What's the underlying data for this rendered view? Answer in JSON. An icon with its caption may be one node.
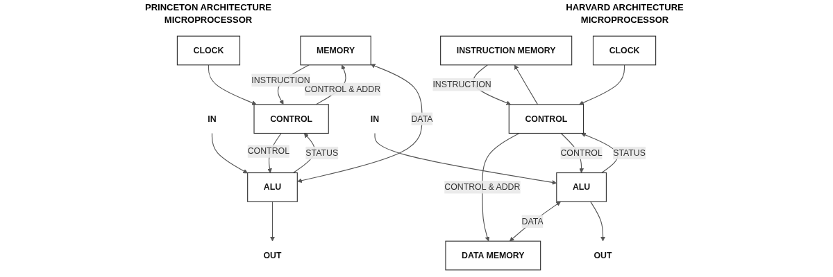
{
  "diagram": {
    "nodes": [
      {
        "text": [
          "MEMORY"
        ]
      },
      {
        "text": [
          "IN"
        ]
      },
      {
        "text": [
          "OUT"
        ]
      },
      {
        "text": [
          "ALU"
        ]
      },
      {
        "text": [
          "CONTROL"
        ]
      },
      {
        "text": [
          "CLOCK"
        ]
      },
      {
        "text": [
          "DATA MEMORY"
        ]
      },
      {
        "text": [
          "INSTRUCTION MEMORY"
        ]
      },
      {
        "text": [
          "IN"
        ]
      },
      {
        "text": [
          "OUT"
        ]
      },
      {
        "text": [
          "ALU"
        ]
      },
      {
        "text": [
          "CONTROL"
        ]
      },
      {
        "text": [
          "CLOCK"
        ]
      }
    ],
    "edges": [
      {
        "from": 3,
        "to": 0,
        "arrow": "both",
        "label": "DATA"
      },
      {
        "from": 4,
        "to": 0,
        "arrow": "to",
        "label": "CONTROL & ADDR"
      },
      {
        "from": 0,
        "to": 4,
        "arrow": "to",
        "label": "INSTRUCTION"
      },
      {
        "from": 1,
        "to": 3,
        "arrow": "to"
      },
      {
        "from": 3,
        "to": 2,
        "arrow": "to"
      },
      {
        "from": 4,
        "to": 3,
        "arrow": "to",
        "label": "CONTROL"
      },
      {
        "from": 3,
        "to": 4,
        "arrow": "to",
        "label": "STATUS"
      },
      {
        "from": 5,
        "to": 4,
        "arrow": "to"
      },
      {
        "from": 10,
        "to": 6,
        "arrow": "both",
        "label": "DATA"
      },
      {
        "from": 11,
        "to": 6,
        "arrow": "to",
        "label": "CONTROL & ADDR"
      },
      {
        "from": 11,
        "to": 7,
        "arrow": "to"
      },
      {
        "from": 7,
        "to": 11,
        "arrow": "to",
        "label": "INSTRUCTION"
      },
      {
        "from": 8,
        "to": 10,
        "arrow": "to"
      },
      {
        "from": 10,
        "to": 9,
        "arrow": "to"
      },
      {
        "from": 11,
        "to": 10,
        "arrow": "to",
        "label": "CONTROL"
      },
      {
        "from": 10,
        "to": 11,
        "arrow": "to",
        "label": "STATUS"
      },
      {
        "from": 12,
        "to": 11,
        "arrow": "to"
      }
    ],
    "labels": [
      "PRINCETON ARCHITECTURE",
      "MICROPROCESSOR",
      "HARVARD ARCHITECTURE",
      "MICROPROCESSOR"
    ]
  }
}
